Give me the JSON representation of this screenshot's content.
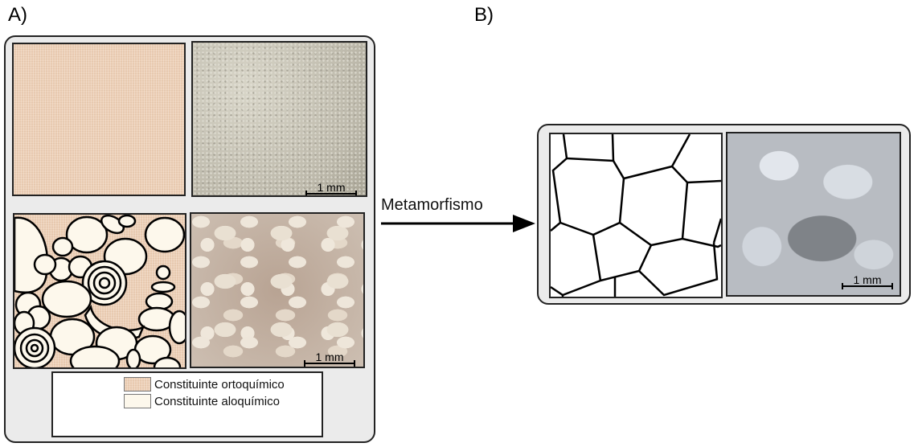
{
  "panel_a": {
    "label": "A)",
    "scale_top": "1 mm",
    "scale_bottom": "1 mm",
    "legend": [
      {
        "label": "Constituinte ortoquímico",
        "color": "#eccfb6"
      },
      {
        "label": "Constituinte aloquímico",
        "color": "#fdf8ec"
      }
    ]
  },
  "arrow": {
    "label": "Metamorfismo"
  },
  "panel_b": {
    "label": "B)",
    "scale": "1 mm"
  }
}
